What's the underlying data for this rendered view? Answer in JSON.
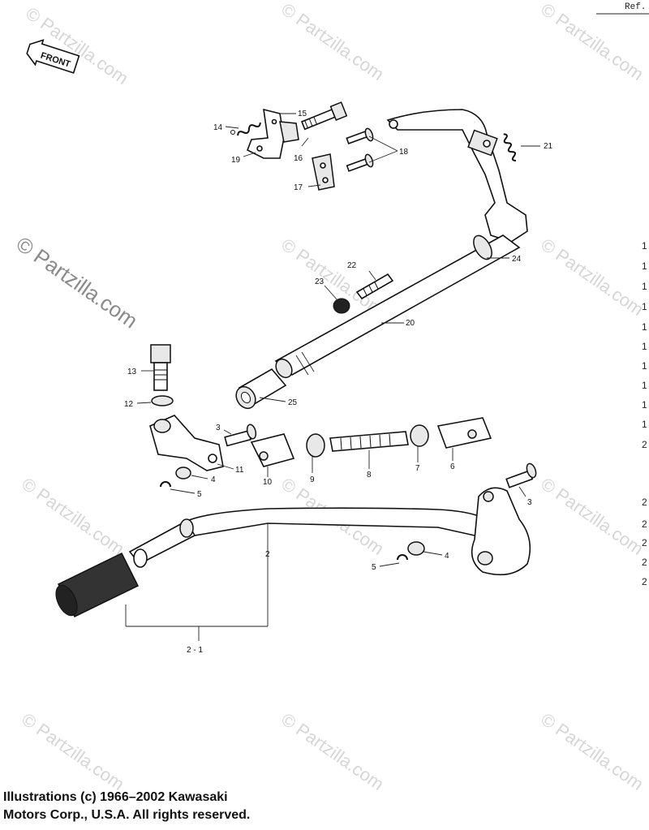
{
  "header": {
    "ref_label": "Ref."
  },
  "direction": {
    "label": "FRONT"
  },
  "watermark": {
    "text": "© Partzilla.com"
  },
  "callouts": {
    "c2": "2",
    "c2_1": "2 - 1",
    "c3a": "3",
    "c3b": "3",
    "c4a": "4",
    "c4b": "4",
    "c5a": "5",
    "c5b": "5",
    "c6": "6",
    "c7": "7",
    "c8": "8",
    "c9": "9",
    "c10": "10",
    "c11": "11",
    "c12": "12",
    "c13": "13",
    "c14": "14",
    "c15": "15",
    "c16": "16",
    "c17": "17",
    "c18": "18",
    "c19": "19",
    "c20": "20",
    "c21": "21",
    "c22": "22",
    "c23": "23",
    "c24": "24",
    "c25": "25"
  },
  "ref_column": [
    "1",
    "1",
    "1",
    "1",
    "1",
    "1",
    "1",
    "1",
    "1",
    "1",
    "2",
    "2",
    "2",
    "2",
    "2",
    "2"
  ],
  "copyright": {
    "line1": "Illustrations (c) 1966–2002 Kawasaki",
    "line2": "Motors Corp., U.S.A.  All rights reserved."
  }
}
